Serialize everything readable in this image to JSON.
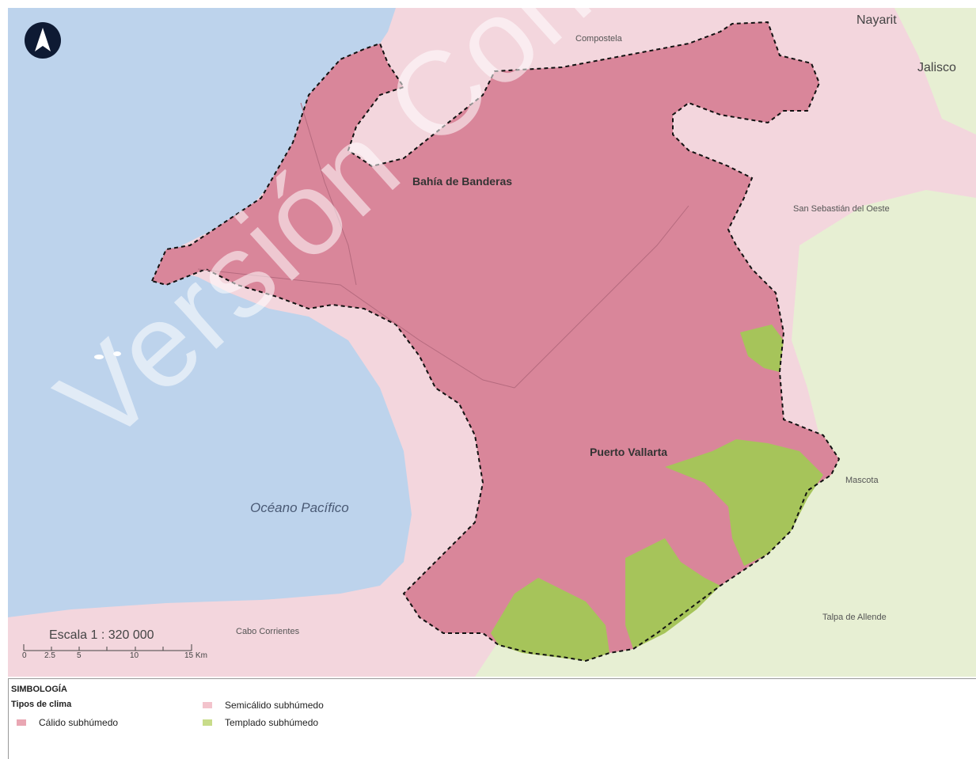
{
  "map": {
    "places": {
      "nayarit": "Nayarit",
      "jalisco": "Jalisco",
      "compostela": "Compostela",
      "bahia": "Bahía de Banderas",
      "san_sebastian": "San Sebastián del Oeste",
      "puerto_vallarta": "Puerto Vallarta",
      "mascota": "Mascota",
      "oceano": "Océano Pacífico",
      "cabo_corrientes": "Cabo Corrientes",
      "talpa": "Talpa de Allende"
    },
    "scale": {
      "label": "Escala 1 : 320 000",
      "ticks": [
        "0",
        "2.5",
        "5",
        "10",
        "15 Km"
      ]
    },
    "colors": {
      "water": "#bdd3ec",
      "semicalido": "#f3d6dd",
      "templado": "#e7efd3",
      "calido": "#d9869a",
      "templado_study": "#a6c45a",
      "boundary": "#111111"
    },
    "north_arrow_icon": "north-arrow-icon"
  },
  "legend": {
    "title": "SIMBOLOGÍA",
    "subtitle": "Tipos de clima",
    "items": [
      {
        "label": "Cálido subhúmedo",
        "color": "#e9a7b3"
      },
      {
        "label": "Semicálido subhúmedo",
        "color": "#f3c3cc"
      },
      {
        "label": "Templado subhúmedo",
        "color": "#c8dc8a"
      }
    ]
  },
  "watermark": "Versión Consulta Pública"
}
